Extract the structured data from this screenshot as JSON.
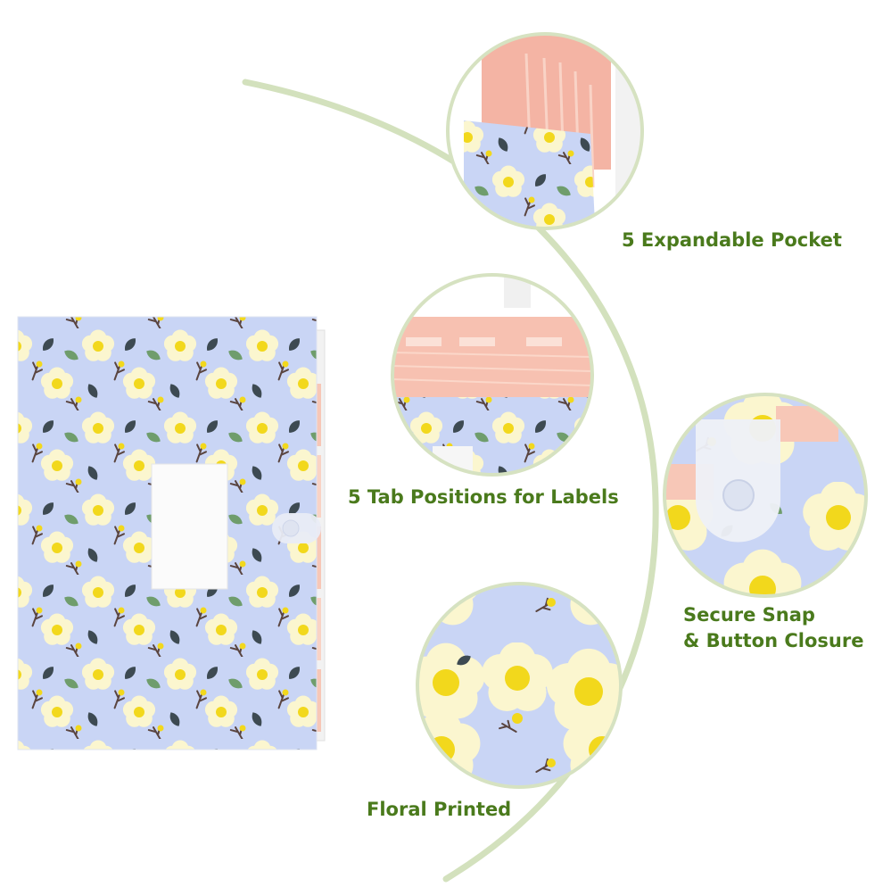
{
  "features": [
    {
      "id": "pocket",
      "lines": [
        "5 Expandable Pocket"
      ]
    },
    {
      "id": "tabs",
      "lines": [
        "5 Tab Positions for Labels"
      ]
    },
    {
      "id": "snap",
      "lines": [
        "Secure Snap",
        "& Button Closure"
      ]
    },
    {
      "id": "floral",
      "lines": [
        "Floral Printed"
      ]
    }
  ],
  "colors": {
    "label_green": "#4a7a1c",
    "arc_green": "#d3e1bd",
    "folder_blue": "#c9d5f5",
    "pocket_pink": "#f7c7b7",
    "flower_cream": "#fbf6cf",
    "flower_yellow": "#f2d81c",
    "leaf_dark": "#3d4a52",
    "leaf_green": "#6f9d6c"
  }
}
